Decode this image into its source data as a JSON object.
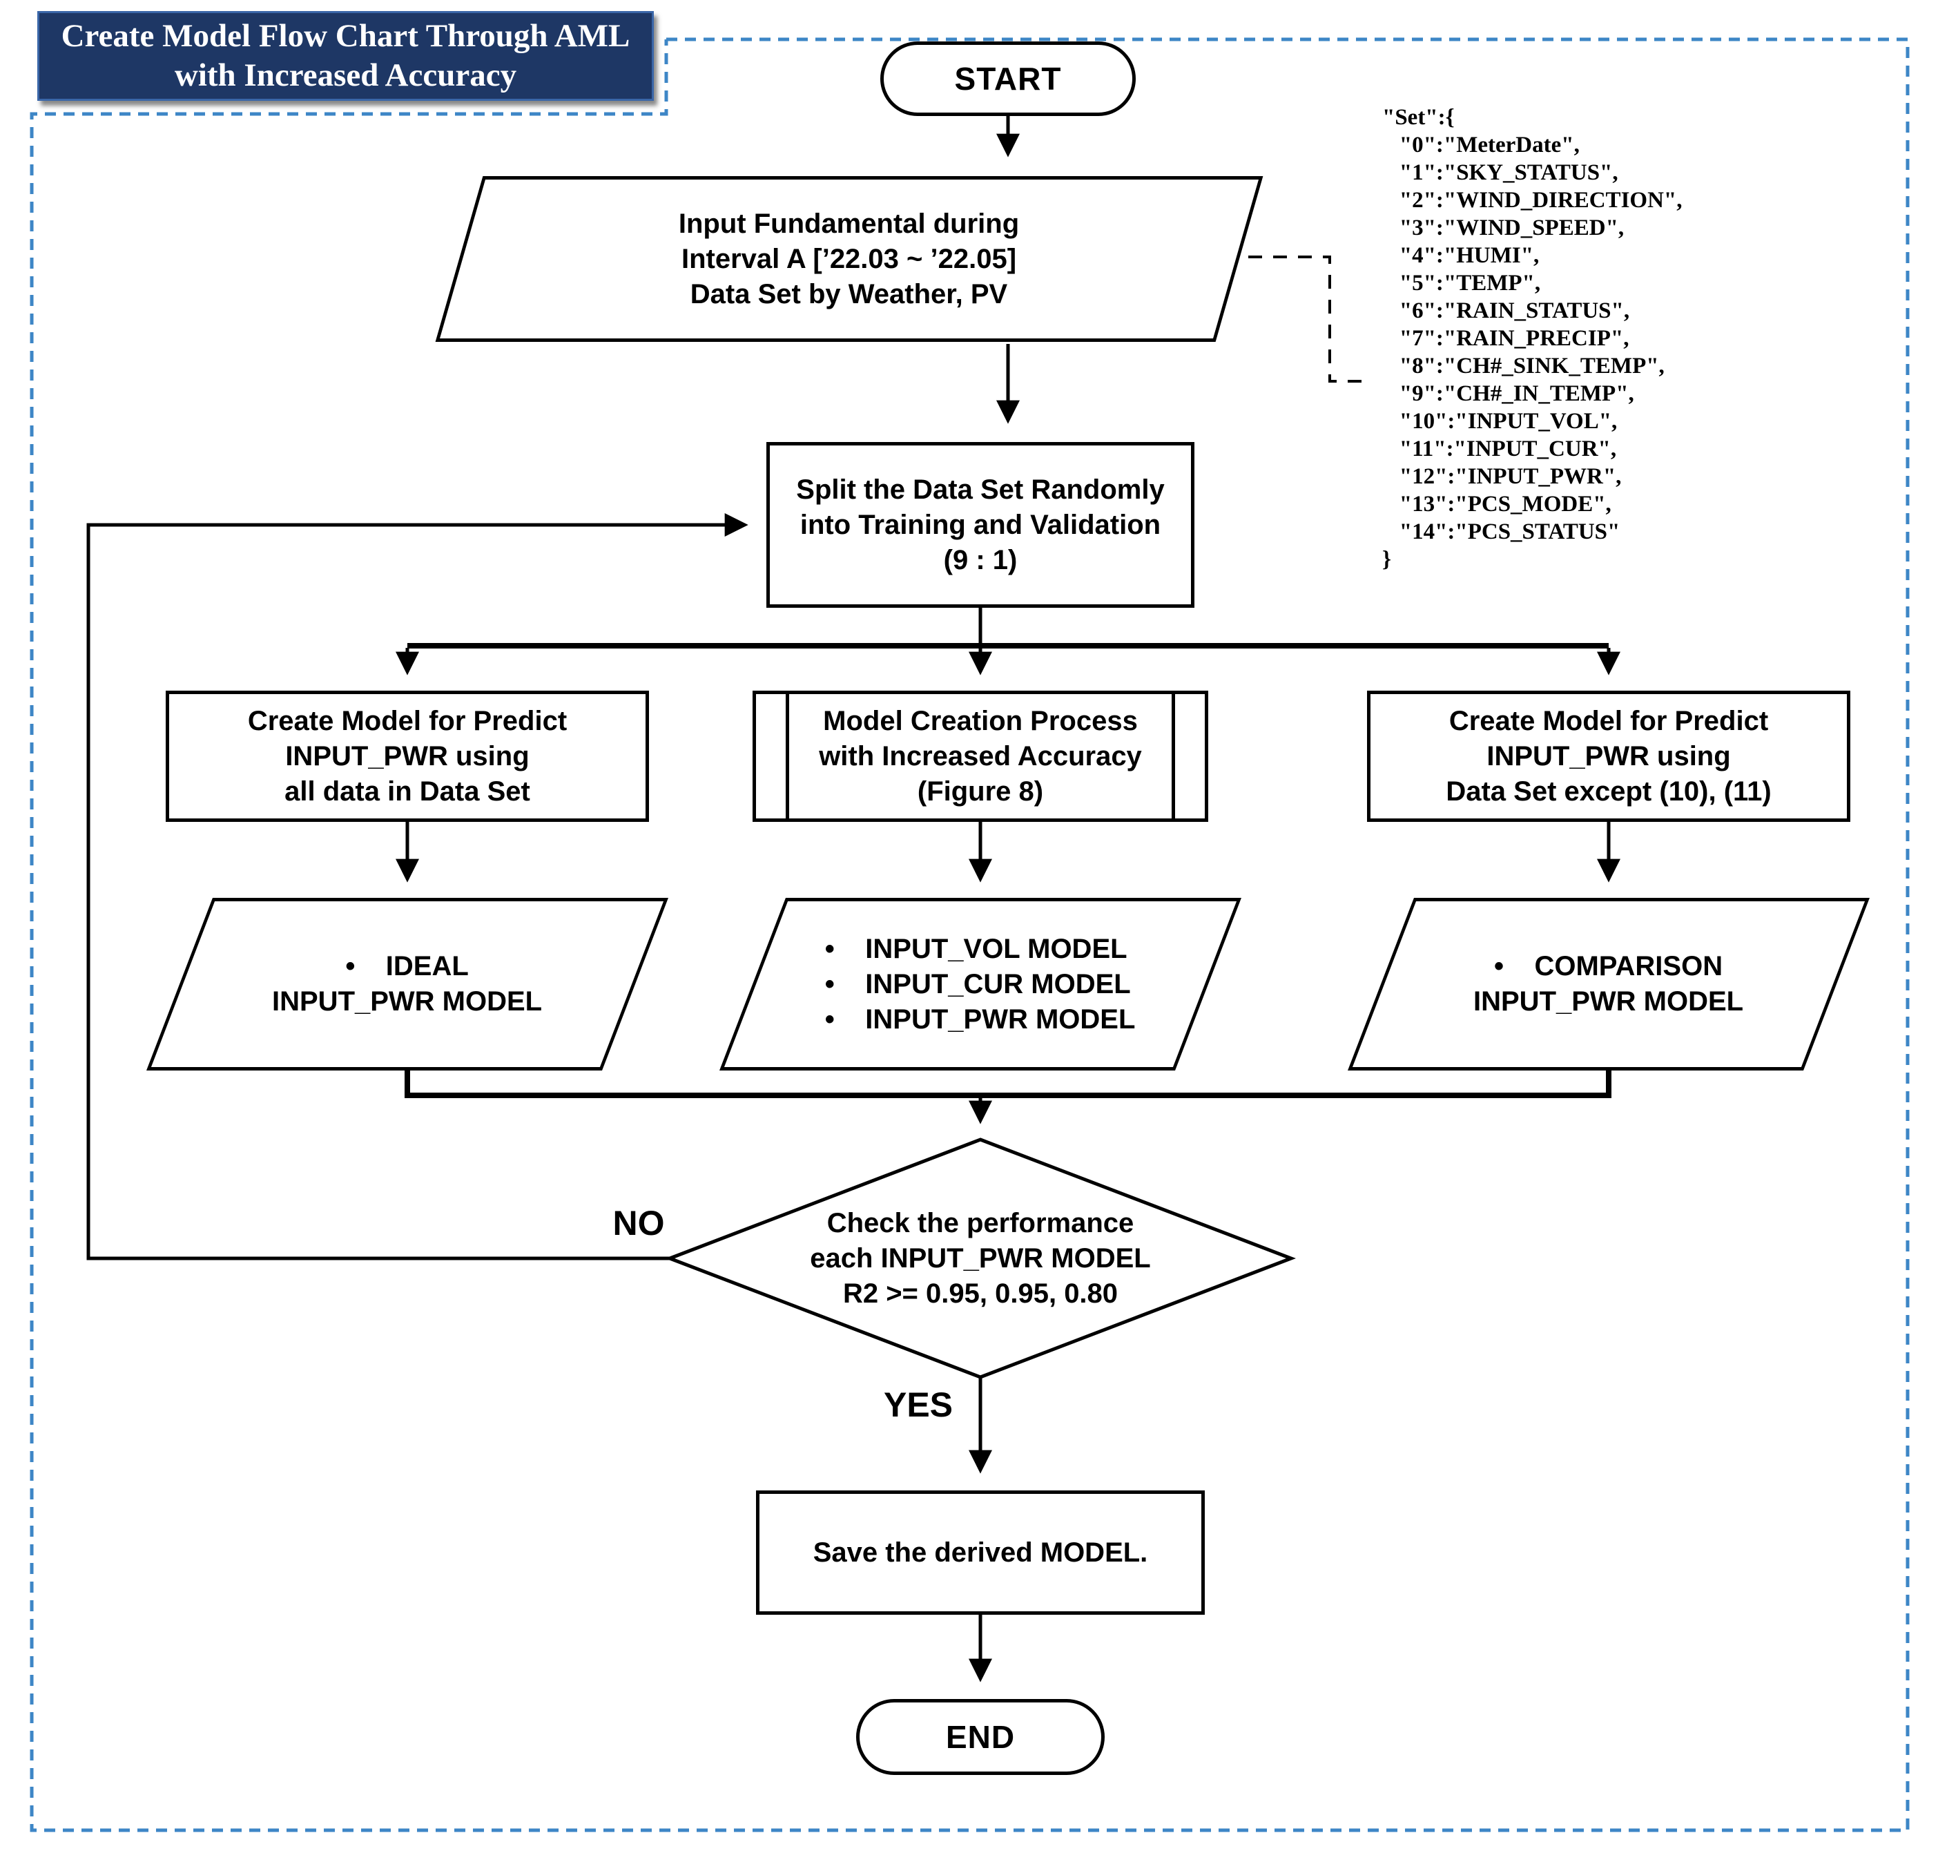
{
  "title": "Create Model Flow Chart Through AML\nwith Increased Accuracy",
  "colors": {
    "navy": "#1e3765",
    "title-border": "#3a66a8",
    "dash-blue": "#3d86c6",
    "ink": "#000000"
  },
  "nodes": {
    "start": "START",
    "input": "Input Fundamental during\nInterval A [’22.03 ~ ’22.05]\nData Set by Weather, PV",
    "split": "Split the Data Set Randomly\ninto Training and Validation\n(9 : 1)",
    "branch_left": "Create Model for Predict\nINPUT_PWR using\nall data in Data Set",
    "branch_mid": "Model Creation Process\nwith Increased Accuracy\n(Figure 8)",
    "branch_right": "Create Model for Predict\nINPUT_PWR using\nData Set except (10), (11)",
    "out_left": "•    IDEAL\nINPUT_PWR MODEL",
    "out_mid": "•    INPUT_VOL MODEL\n•    INPUT_CUR MODEL\n•    INPUT_PWR MODEL",
    "out_right": "•    COMPARISON\nINPUT_PWR MODEL",
    "decision": "Check the performance\neach INPUT_PWR MODEL\nR2 >= 0.95, 0.95, 0.80",
    "save": "Save the derived MODEL.",
    "end": "END"
  },
  "edges": {
    "no_label": "NO",
    "yes_label": "YES"
  },
  "annotation": "\"Set\":{\n   \"0\":\"MeterDate\",\n   \"1\":\"SKY_STATUS\",\n   \"2\":\"WIND_DIRECTION\",\n   \"3\":\"WIND_SPEED\",\n   \"4\":\"HUMI\",\n   \"5\":\"TEMP\",\n   \"6\":\"RAIN_STATUS\",\n   \"7\":\"RAIN_PRECIP\",\n   \"8\":\"CH#_SINK_TEMP\",\n   \"9\":\"CH#_IN_TEMP\",\n   \"10\":\"INPUT_VOL\",\n   \"11\":\"INPUT_CUR\",\n   \"12\":\"INPUT_PWR\",\n   \"13\":\"PCS_MODE\",\n   \"14\":\"PCS_STATUS\"\n}"
}
